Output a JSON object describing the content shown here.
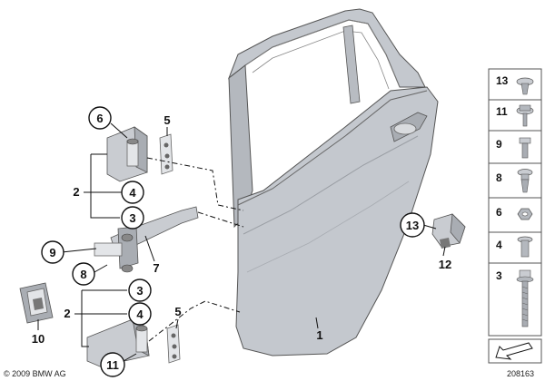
{
  "callouts": {
    "c6": "6",
    "c5a": "5",
    "c2a": "2",
    "c4a": "4",
    "c3a": "3",
    "c9": "9",
    "c7": "7",
    "c8": "8",
    "c3b": "3",
    "c2b": "2",
    "c4b": "4",
    "c5b": "5",
    "c10": "10",
    "c11": "11",
    "c1": "1",
    "c13": "13",
    "c12": "12"
  },
  "sidebar": {
    "items": [
      "13",
      "11",
      "9",
      "8",
      "6",
      "4",
      "3"
    ]
  },
  "footer": {
    "copyright": "© 2009 BMW AG",
    "ref": "208163"
  },
  "colors": {
    "part_fill": "#c9ccd1",
    "door_fill": "#c4c8ce",
    "outline": "#111111",
    "sidebar_border": "#555555"
  }
}
